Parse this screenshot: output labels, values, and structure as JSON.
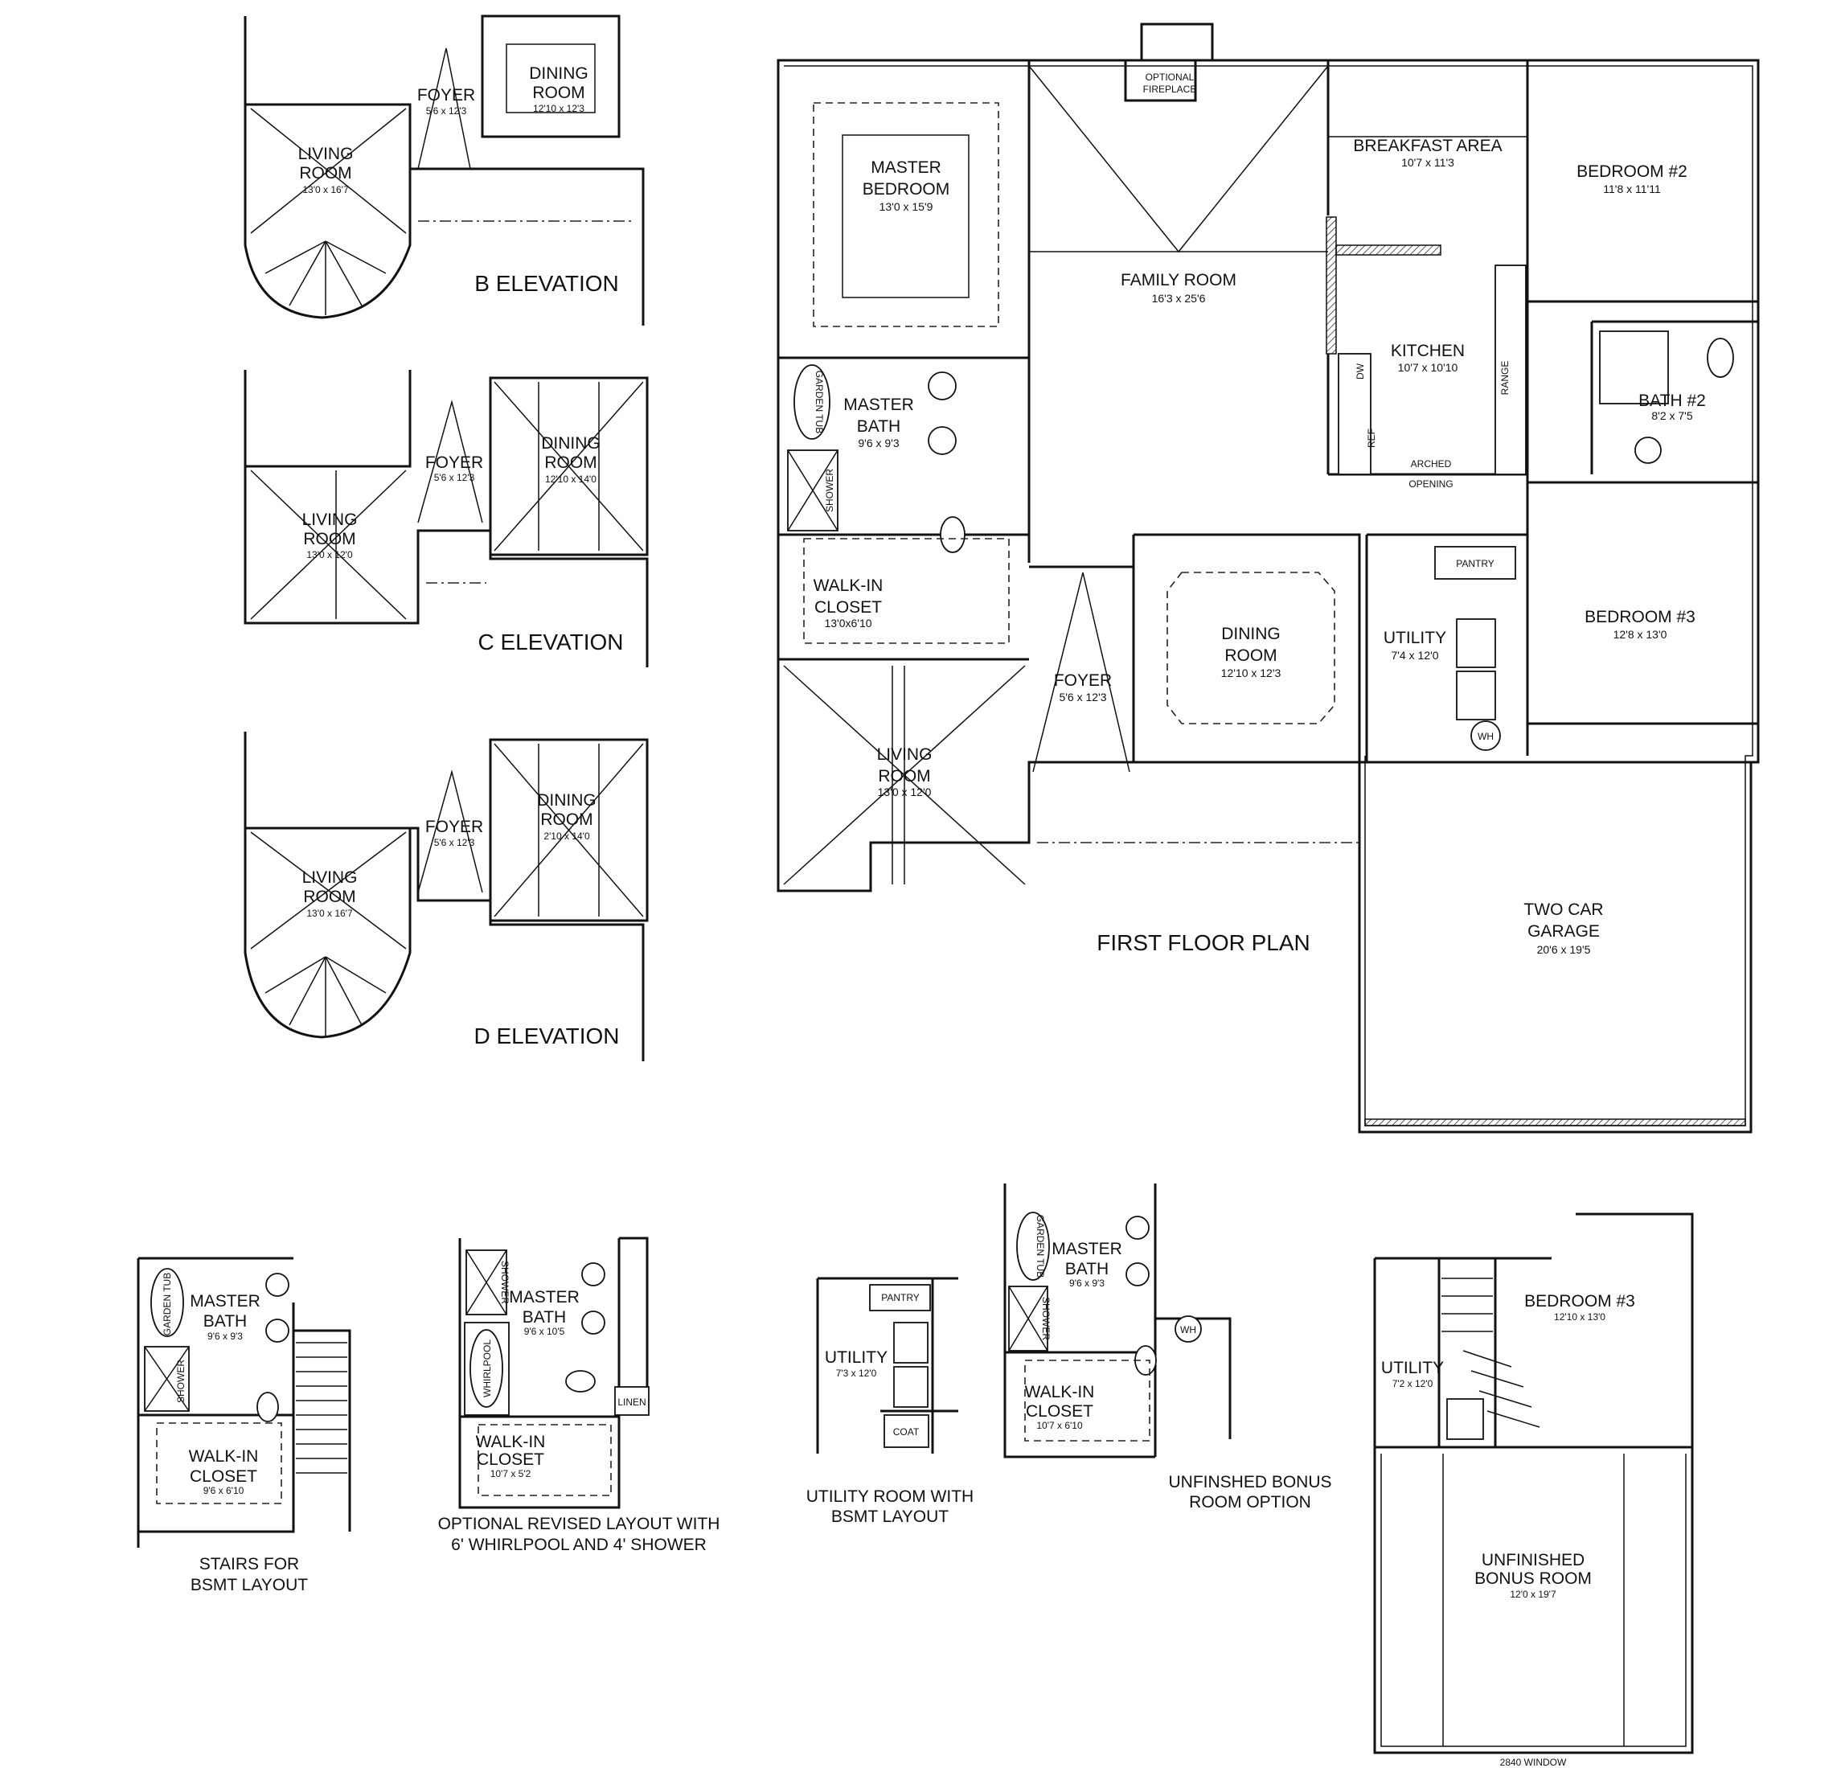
{
  "main_plan": {
    "title": "FIRST FLOOR PLAN",
    "optional_fireplace": [
      "OPTIONAL",
      "FIREPLACE"
    ],
    "rooms": {
      "master_bedroom": {
        "name": [
          "MASTER",
          "BEDROOM"
        ],
        "dim": "13'0 x 15'9"
      },
      "family_room": {
        "name": [
          "FAMILY ROOM"
        ],
        "dim": "16'3 x 25'6"
      },
      "breakfast_area": {
        "name": [
          "BREAKFAST AREA"
        ],
        "dim": "10'7 x 11'3"
      },
      "bedroom2": {
        "name": [
          "BEDROOM #2"
        ],
        "dim": "11'8 x 11'11"
      },
      "kitchen": {
        "name": [
          "KITCHEN"
        ],
        "dim": "10'7 x 10'10"
      },
      "bath2": {
        "name": [
          "BATH #2"
        ],
        "dim": "8'2 x 7'5"
      },
      "master_bath": {
        "name": [
          "MASTER",
          "BATH"
        ],
        "dim": "9'6 x 9'3"
      },
      "walkin_closet": {
        "name": [
          "WALK-IN",
          "CLOSET"
        ],
        "dim": "13'0x6'10"
      },
      "dining_room": {
        "name": [
          "DINING",
          "ROOM"
        ],
        "dim": "12'10 x 12'3"
      },
      "foyer": {
        "name": [
          "FOYER"
        ],
        "dim": "5'6 x 12'3"
      },
      "living_room": {
        "name": [
          "LIVING",
          "ROOM"
        ],
        "dim": "13'0 x 12'0"
      },
      "utility": {
        "name": [
          "UTILITY"
        ],
        "dim": "7'4 x 12'0"
      },
      "bedroom3": {
        "name": [
          "BEDROOM #3"
        ],
        "dim": "12'8 x 13'0"
      },
      "garage": {
        "name": [
          "TWO CAR",
          "GARAGE"
        ],
        "dim": "20'6 x 19'5"
      }
    },
    "fixtures": {
      "garden_tub": "GARDEN TUB",
      "shower": "SHOWER",
      "dw": "DW",
      "ref": "REF",
      "range": "RANGE",
      "arched_opening": [
        "ARCHED",
        "OPENING"
      ],
      "pantry": "PANTRY",
      "wh": "WH"
    }
  },
  "elevations": {
    "b": {
      "caption": "B ELEVATION",
      "foyer": {
        "name": "FOYER",
        "dim": "5'6 x 12'3"
      },
      "dining": {
        "name": [
          "DINING",
          "ROOM"
        ],
        "dim": "12'10 x 12'3"
      },
      "living": {
        "name": [
          "LIVING",
          "ROOM"
        ],
        "dim": "13'0 x 16'7"
      }
    },
    "c": {
      "caption": "C ELEVATION",
      "foyer": {
        "name": "FOYER",
        "dim": "5'6 x 12'3"
      },
      "dining": {
        "name": [
          "DINING",
          "ROOM"
        ],
        "dim": "12'10 x 14'0"
      },
      "living": {
        "name": [
          "LIVING",
          "ROOM"
        ],
        "dim": "13'0 x 12'0"
      }
    },
    "d": {
      "caption": "D ELEVATION",
      "foyer": {
        "name": "FOYER",
        "dim": "5'6 x 12'3"
      },
      "dining": {
        "name": [
          "DINING",
          "ROOM"
        ],
        "dim": "2'10 x 14'0"
      },
      "living": {
        "name": [
          "LIVING",
          "ROOM"
        ],
        "dim": "13'0 x 16'7"
      }
    }
  },
  "options": {
    "stairs_bsmt": {
      "caption": [
        "STAIRS FOR",
        "BSMT LAYOUT"
      ],
      "bath": {
        "name": [
          "MASTER",
          "BATH"
        ],
        "dim": "9'6 x 9'3"
      },
      "closet": {
        "name": [
          "WALK-IN",
          "CLOSET"
        ],
        "dim": "9'6 x 6'10"
      },
      "garden_tub": "GARDEN TUB",
      "shower": "SHOWER"
    },
    "revised_layout": {
      "caption": [
        "OPTIONAL REVISED LAYOUT WITH",
        "6' WHIRLPOOL AND 4' SHOWER"
      ],
      "bath": {
        "name": [
          "MASTER",
          "BATH"
        ],
        "dim": "9'6 x 10'5"
      },
      "closet": {
        "name": [
          "WALK-IN",
          "CLOSET"
        ],
        "dim": "10'7 x 5'2"
      },
      "whirlpool": "WHIRLPOOL",
      "shower": "SHOWER",
      "linen": "LINEN"
    },
    "utility_bsmt": {
      "caption": [
        "UTILITY ROOM WITH",
        "BSMT LAYOUT"
      ],
      "utility": {
        "name": [
          "UTILITY"
        ],
        "dim": "7'3 x 12'0"
      },
      "pantry": "PANTRY",
      "coat": "COAT"
    },
    "bonus_option": {
      "caption": [
        "UNFINSHED BONUS",
        "ROOM OPTION"
      ],
      "bath": {
        "name": [
          "MASTER",
          "BATH"
        ],
        "dim": "9'6 x 9'3"
      },
      "closet": {
        "name": [
          "WALK-IN",
          "CLOSET"
        ],
        "dim": "10'7 x 6'10"
      },
      "garden_tub": "GARDEN TUB",
      "shower": "SHOWER",
      "wh": "WH"
    },
    "bonus_room": {
      "bedroom3": {
        "name": [
          "BEDROOM #3"
        ],
        "dim": "12'10 x 13'0"
      },
      "utility": {
        "name": [
          "UTILITY"
        ],
        "dim": "7'2 x 12'0"
      },
      "bonus": {
        "name": [
          "UNFINISHED",
          "BONUS ROOM"
        ],
        "dim": "12'0 x 19'7"
      },
      "window": "2840 WINDOW"
    }
  }
}
